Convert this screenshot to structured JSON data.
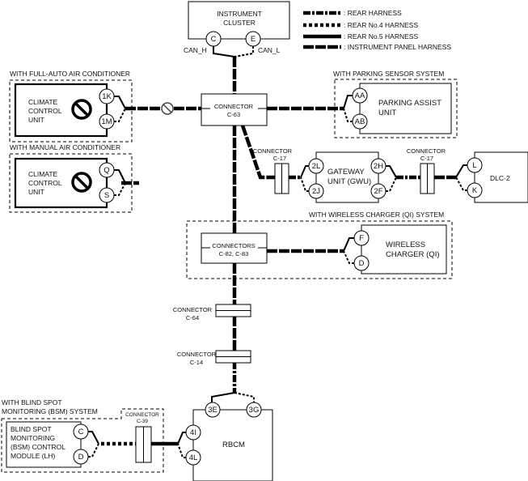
{
  "legend": [
    {
      "style": "rear",
      "label": ": REAR HARNESS"
    },
    {
      "style": "rear4",
      "label": ": REAR No.4 HARNESS"
    },
    {
      "style": "rear5",
      "label": ": REAR No.5 HARNESS"
    },
    {
      "style": "ip",
      "label": ": INSTRUMENT PANEL HARNESS"
    }
  ],
  "instrument_cluster": {
    "line1": "INSTRUMENT",
    "line2": "CLUSTER",
    "pin_c": "C",
    "pin_e": "E",
    "can_h": "CAN_H",
    "can_l": "CAN_L"
  },
  "connector_c63": {
    "line1": "CONNECTOR",
    "line2": "C-63"
  },
  "full_auto_ac": {
    "group_label": "WITH FULL-AUTO AIR CONDITIONER",
    "line1": "CLIMATE",
    "line2": "CONTROL",
    "line3": "UNIT",
    "pin_top": "1K",
    "pin_bottom": "1M",
    "icon": "prohibited-icon"
  },
  "manual_ac": {
    "group_label": "WITH MANUAL AIR CONDITIONER",
    "line1": "CLIMATE",
    "line2": "CONTROL",
    "line3": "UNIT",
    "pin_top": "Q",
    "pin_bottom": "S",
    "icon": "prohibited-icon"
  },
  "parking": {
    "group_label": "WITH PARKING SENSOR SYSTEM",
    "line1": "PARKING ASSIST",
    "line2": "UNIT",
    "pin_top": "AA",
    "pin_bottom": "AB"
  },
  "c17_left": {
    "line1": "CONNECTOR",
    "line2": "C-17"
  },
  "c17_right": {
    "line1": "CONNECTOR",
    "line2": "C-17"
  },
  "gateway": {
    "line1": "GATEWAY",
    "line2": "UNIT (GWU)",
    "pin_2l": "2L",
    "pin_2j": "2J",
    "pin_2h": "2H",
    "pin_2f": "2F"
  },
  "dlc": {
    "label": "DLC-2",
    "pin_l": "L",
    "pin_k": "K"
  },
  "wireless": {
    "group_label": "WITH WIRELESS CHARGER (QI) SYSTEM",
    "conn_line1": "CONNECTORS",
    "conn_line2": "C-82, C-83",
    "line1": "WIRELESS",
    "line2": "CHARGER (QI)",
    "pin_top": "F",
    "pin_bottom": "D"
  },
  "c64": {
    "line1": "CONNECTOR",
    "line2": "C-64"
  },
  "c14": {
    "line1": "CONNECTOR",
    "line2": "C-14"
  },
  "bsm": {
    "group_line1": "WITH BLIND SPOT",
    "group_line2": "MONITORING (BSM) SYSTEM",
    "line1": "BLIND SPOT",
    "line2": "MONITORING",
    "line3": "(BSM) CONTROL",
    "line4": "MODULE (LH)",
    "pin_top": "C",
    "pin_bottom": "D",
    "conn_line1": "CONNECTOR",
    "conn_line2": "C-39"
  },
  "rbcm": {
    "label": "RBCM",
    "pin_3e": "3E",
    "pin_3g": "3G",
    "pin_4i": "4I",
    "pin_4l": "4L"
  }
}
